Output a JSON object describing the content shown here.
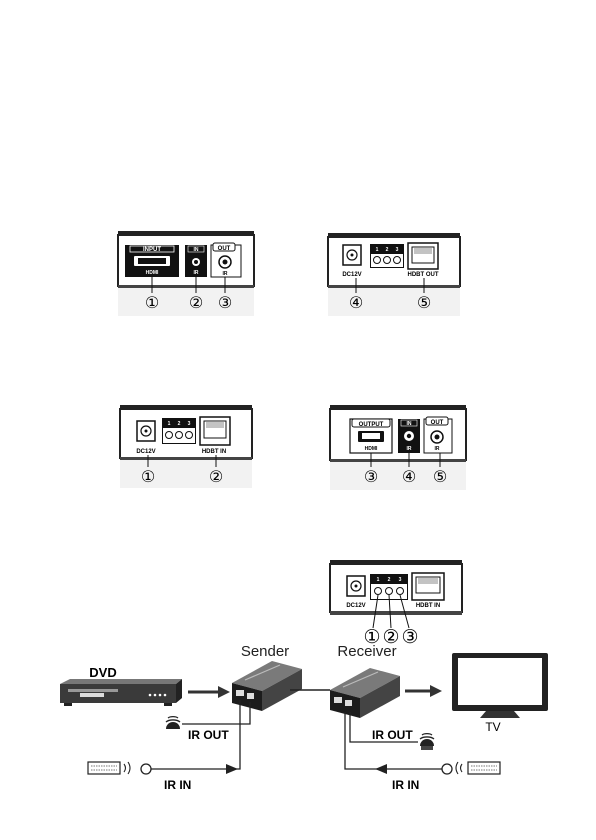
{
  "panels": {
    "sender_front": {
      "hdmi_label": "INPUT",
      "hdmi_sub": "HDMI",
      "ir_in_badge": "IN",
      "ir_in_sub": "IR",
      "ir_out_badge": "OUT",
      "ir_out_sub": "IR",
      "callouts": [
        "①",
        "②",
        "③"
      ]
    },
    "sender_back": {
      "power_label": "DC12V",
      "led_numbers": [
        "1",
        "2",
        "3"
      ],
      "rj45_label": "HDBT OUT",
      "callouts": [
        "④",
        "⑤"
      ]
    },
    "receiver_back": {
      "power_label": "DC12V",
      "led_numbers": [
        "1",
        "2",
        "3"
      ],
      "rj45_label": "HDBT IN",
      "callouts": [
        "①",
        "②"
      ]
    },
    "receiver_front": {
      "hdmi_label": "OUTPUT",
      "hdmi_sub": "HDMI",
      "ir_in_badge": "IN",
      "ir_in_sub": "IR",
      "ir_out_badge": "OUT",
      "ir_out_sub": "IR",
      "callouts": [
        "③",
        "④",
        "⑤"
      ]
    },
    "detail_receiver_back": {
      "power_label": "DC12V",
      "led_numbers": [
        "1",
        "2",
        "3"
      ],
      "rj45_label": "HDBT IN",
      "callouts": [
        "①",
        "②",
        "③"
      ]
    }
  },
  "connection": {
    "sender_label": "Sender",
    "receiver_label": "Receiver",
    "dvd_label": "DVD",
    "tv_label": "TV",
    "left_ir_out": "IR OUT",
    "left_ir_in": "IR IN",
    "right_ir_out": "IR OUT",
    "right_ir_in": "IR IN"
  }
}
